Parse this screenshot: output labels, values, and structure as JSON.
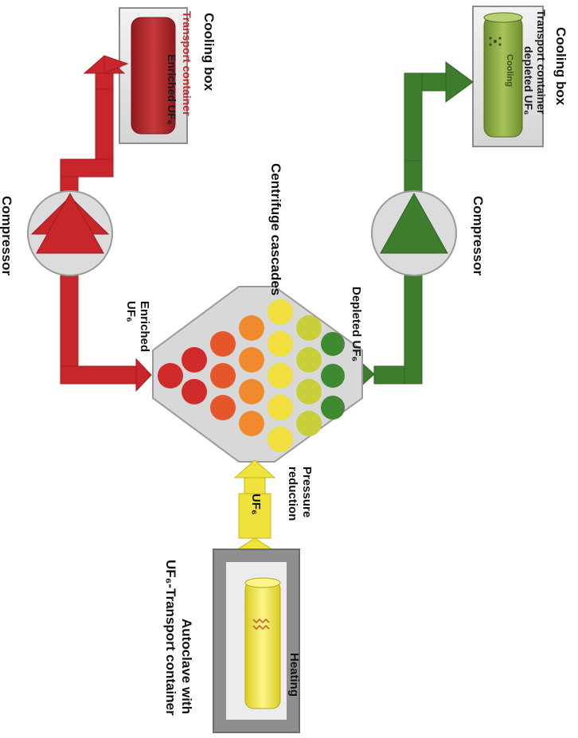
{
  "labels": {
    "cooling_box_top": "Cooling box",
    "transport_container_red": "Transport container",
    "enriched_uf6_container": "Enriched UF₆",
    "compressor_top": "Compressor",
    "enriched_uf6_flow": "Enriched\nUF₆",
    "centrifuge_cascades": "Centrifuge cascades",
    "depleted_uf6_flow": "Depleted UF₆",
    "compressor_bottom": "Compressor",
    "cooling_box_bottom": "Cooling box",
    "transport_container_green_1": "Transport container",
    "transport_container_green_2": "depleted UF₆",
    "cooling_icon_text": "Cooling",
    "uf6_feed": "UF₆",
    "pressure_reduction_1": "Pressure",
    "pressure_reduction_2": "reduction",
    "autoclave_1": "Autoclave with",
    "autoclave_2": "UF₆-Transport container",
    "heating": "Heating"
  },
  "colors": {
    "enriched": "#c8262b",
    "depleted": "#3f7d2e",
    "feed": "#efe23a",
    "box_gray": "#9a9a9a",
    "cooling_box_fill": "#e6e6e6"
  }
}
